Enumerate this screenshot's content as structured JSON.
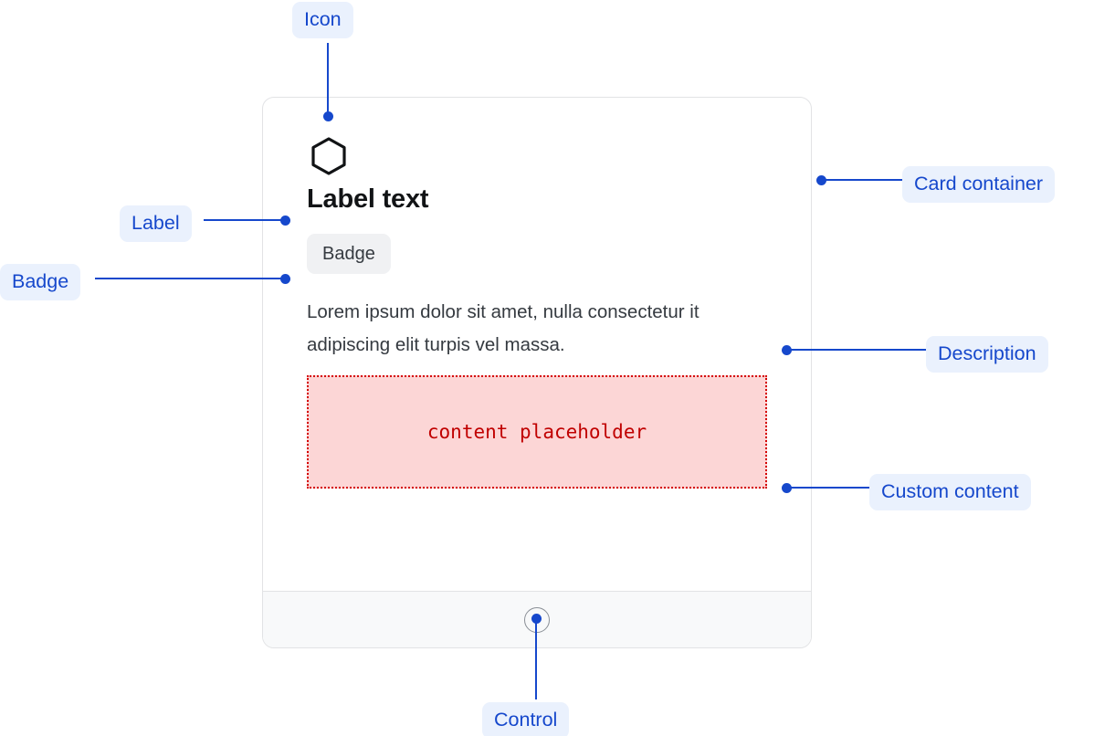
{
  "card": {
    "icon_name": "hexagon-icon",
    "label": "Label text",
    "badge": "Badge",
    "description": "Lorem ipsum dolor sit amet, nulla consectetur it adipiscing elit turpis vel massa.",
    "placeholder_text": "content placeholder",
    "control_name": "radio-control"
  },
  "annotations": {
    "icon": "Icon",
    "card_container": "Card container",
    "label": "Label",
    "badge": "Badge",
    "description": "Description",
    "custom_content": "Custom content",
    "control": "Control"
  },
  "colors": {
    "annotation_blue": "#1648cc",
    "annotation_pill_bg": "#eaf1fd",
    "card_border": "#e2e3e5",
    "badge_bg": "#f0f1f3",
    "badge_text": "#353a40",
    "label_text": "#121416",
    "description_text": "#353a40",
    "placeholder_bg": "#fcd6d6",
    "placeholder_border": "#d40000",
    "placeholder_text": "#c00000",
    "footer_bg": "#f8f9fa",
    "control_ring": "#8a8f96"
  }
}
